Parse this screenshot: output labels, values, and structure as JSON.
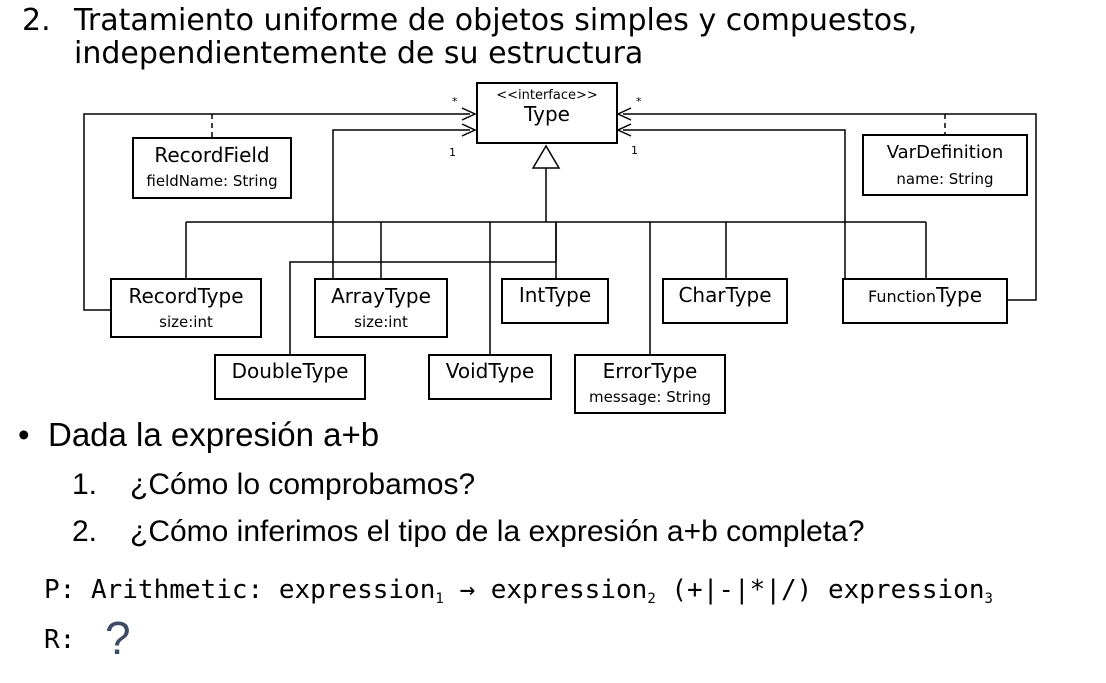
{
  "heading": {
    "number": "2.",
    "line1": "Tratamiento uniforme de objetos simples y compuestos,",
    "line2": "independientemente de su estructura"
  },
  "diagram": {
    "interface": {
      "stereotype": "<<interface>>",
      "name": "Type"
    },
    "classes": {
      "recordfield": {
        "name": "RecordField",
        "attr": "fieldName: String"
      },
      "vardefinition": {
        "name": "VarDefinition",
        "attr": "name: String"
      },
      "recordtype": {
        "name": "RecordType",
        "attr": "size:int"
      },
      "arraytype": {
        "name": "ArrayType",
        "attr": "size:int"
      },
      "inttype": {
        "name": "IntType"
      },
      "chartype": {
        "name": "CharType"
      },
      "functiontype": {
        "name_prefix": "Function",
        "name_suffix": "Type"
      },
      "doubletype": {
        "name": "DoubleType"
      },
      "voidtype": {
        "name": "VoidType"
      },
      "errortype": {
        "name": "ErrorType",
        "attr": "message: String"
      }
    },
    "multiplicities": {
      "left_many": "*",
      "right_many": "*",
      "left_one": "1",
      "right_one": "1"
    }
  },
  "bullet": {
    "symbol": "•",
    "text": "Dada la expresión  a+b"
  },
  "questions": [
    {
      "number": "1.",
      "text": "¿Cómo lo comprobamos?"
    },
    {
      "number": "2.",
      "text": "¿Cómo inferimos el tipo de la expresión a+b completa?"
    }
  ],
  "production": {
    "label": "P:",
    "rule": "Arithmetic:",
    "e1": "expression",
    "s1": "1",
    "arrow": "→",
    "e2": "expression",
    "s2": "2",
    "ops": "(+|-|*|/)",
    "e3": "expression",
    "s3": "3"
  },
  "rule": {
    "label": "R:",
    "value": "?"
  }
}
